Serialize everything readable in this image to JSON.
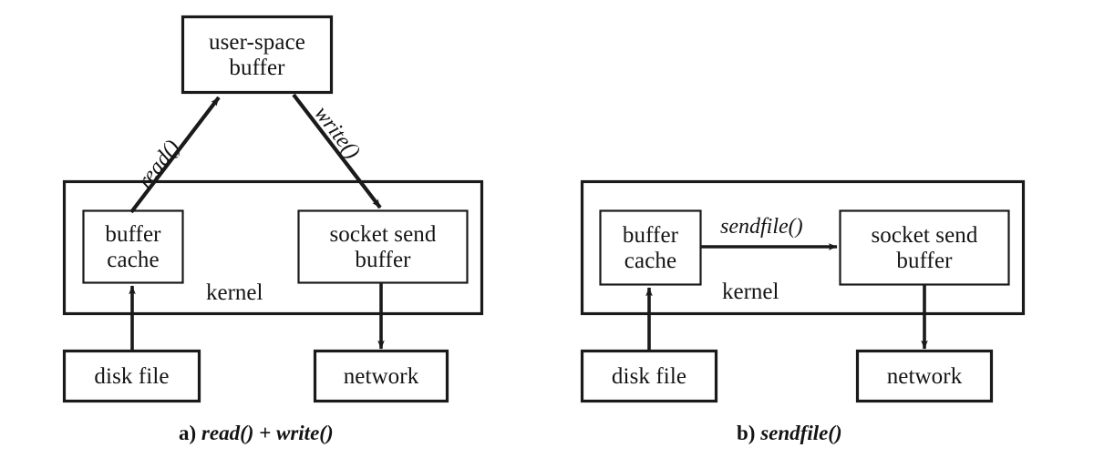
{
  "figure": {
    "title_a": "a) read() + write()",
    "title_b": "b) sendfile()"
  },
  "colors": {
    "stroke": "#1a1a1a",
    "background": "#ffffff",
    "text": "#141414"
  },
  "panel_a": {
    "caption_prefix": "a)",
    "caption_calls": "read() + write()",
    "boxes": {
      "user_space_buffer": "user-space\nbuffer",
      "user_space_buffer_line1": "user-space",
      "user_space_buffer_line2": "buffer",
      "buffer_cache_line1": "buffer",
      "buffer_cache_line2": "cache",
      "socket_send_buffer_line1": "socket send",
      "socket_send_buffer_line2": "buffer",
      "disk_file": "disk file",
      "network": "network",
      "kernel": "kernel"
    },
    "arrows": {
      "read": "read()",
      "write": "write()"
    }
  },
  "panel_b": {
    "caption_prefix": "b)",
    "caption_calls": "sendfile()",
    "boxes": {
      "buffer_cache_line1": "buffer",
      "buffer_cache_line2": "cache",
      "socket_send_buffer_line1": "socket send",
      "socket_send_buffer_line2": "buffer",
      "disk_file": "disk file",
      "network": "network",
      "kernel": "kernel"
    },
    "arrows": {
      "sendfile": "sendfile()"
    }
  }
}
